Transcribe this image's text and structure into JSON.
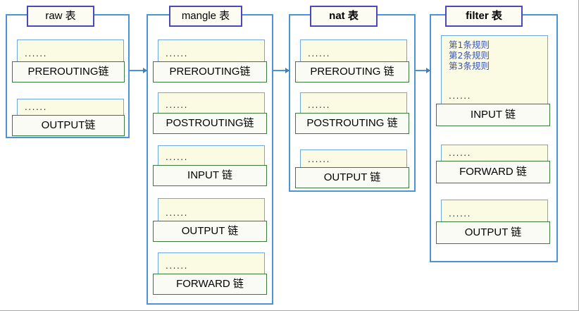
{
  "diagram": {
    "title_suffix": "表",
    "dots": "......",
    "tables": [
      {
        "id": "raw",
        "name": "raw 表",
        "bold": false,
        "chains": [
          {
            "label": "PREROUTING链",
            "rules": []
          },
          {
            "label": "OUTPUT链",
            "rules": []
          }
        ]
      },
      {
        "id": "mangle",
        "name": "mangle 表",
        "bold": false,
        "chains": [
          {
            "label": "PREROUTING链",
            "rules": []
          },
          {
            "label": "POSTROUTING链",
            "rules": []
          },
          {
            "label": "INPUT 链",
            "rules": []
          },
          {
            "label": "OUTPUT 链",
            "rules": []
          },
          {
            "label": "FORWARD 链",
            "rules": []
          }
        ]
      },
      {
        "id": "nat",
        "name": "nat 表",
        "bold": true,
        "chains": [
          {
            "label": "PREROUTING 链",
            "rules": []
          },
          {
            "label": "POSTROUTING 链",
            "rules": []
          },
          {
            "label": "OUTPUT 链",
            "rules": []
          }
        ]
      },
      {
        "id": "filter",
        "name": "filter 表",
        "bold": true,
        "chains": [
          {
            "label": "INPUT 链",
            "rules": [
              "第1条规则",
              "第2条规则",
              "第3条规则"
            ]
          },
          {
            "label": "FORWARD 链",
            "rules": []
          },
          {
            "label": "OUTPUT 链",
            "rules": []
          }
        ]
      }
    ],
    "connectors": [
      {
        "from": "raw",
        "to": "mangle"
      },
      {
        "from": "mangle",
        "to": "nat"
      },
      {
        "from": "nat",
        "to": "filter"
      }
    ],
    "colors": {
      "table_border": "#4d94d6",
      "title_border": "#4a4ab4",
      "card_fill": "#fbfbe4",
      "card_border": "#6fa8dc",
      "chain_border": "#3c7a3c",
      "rule_text": "#3a53b0",
      "arrow": "#4d94d6",
      "page_bg": "#ffffff"
    }
  }
}
